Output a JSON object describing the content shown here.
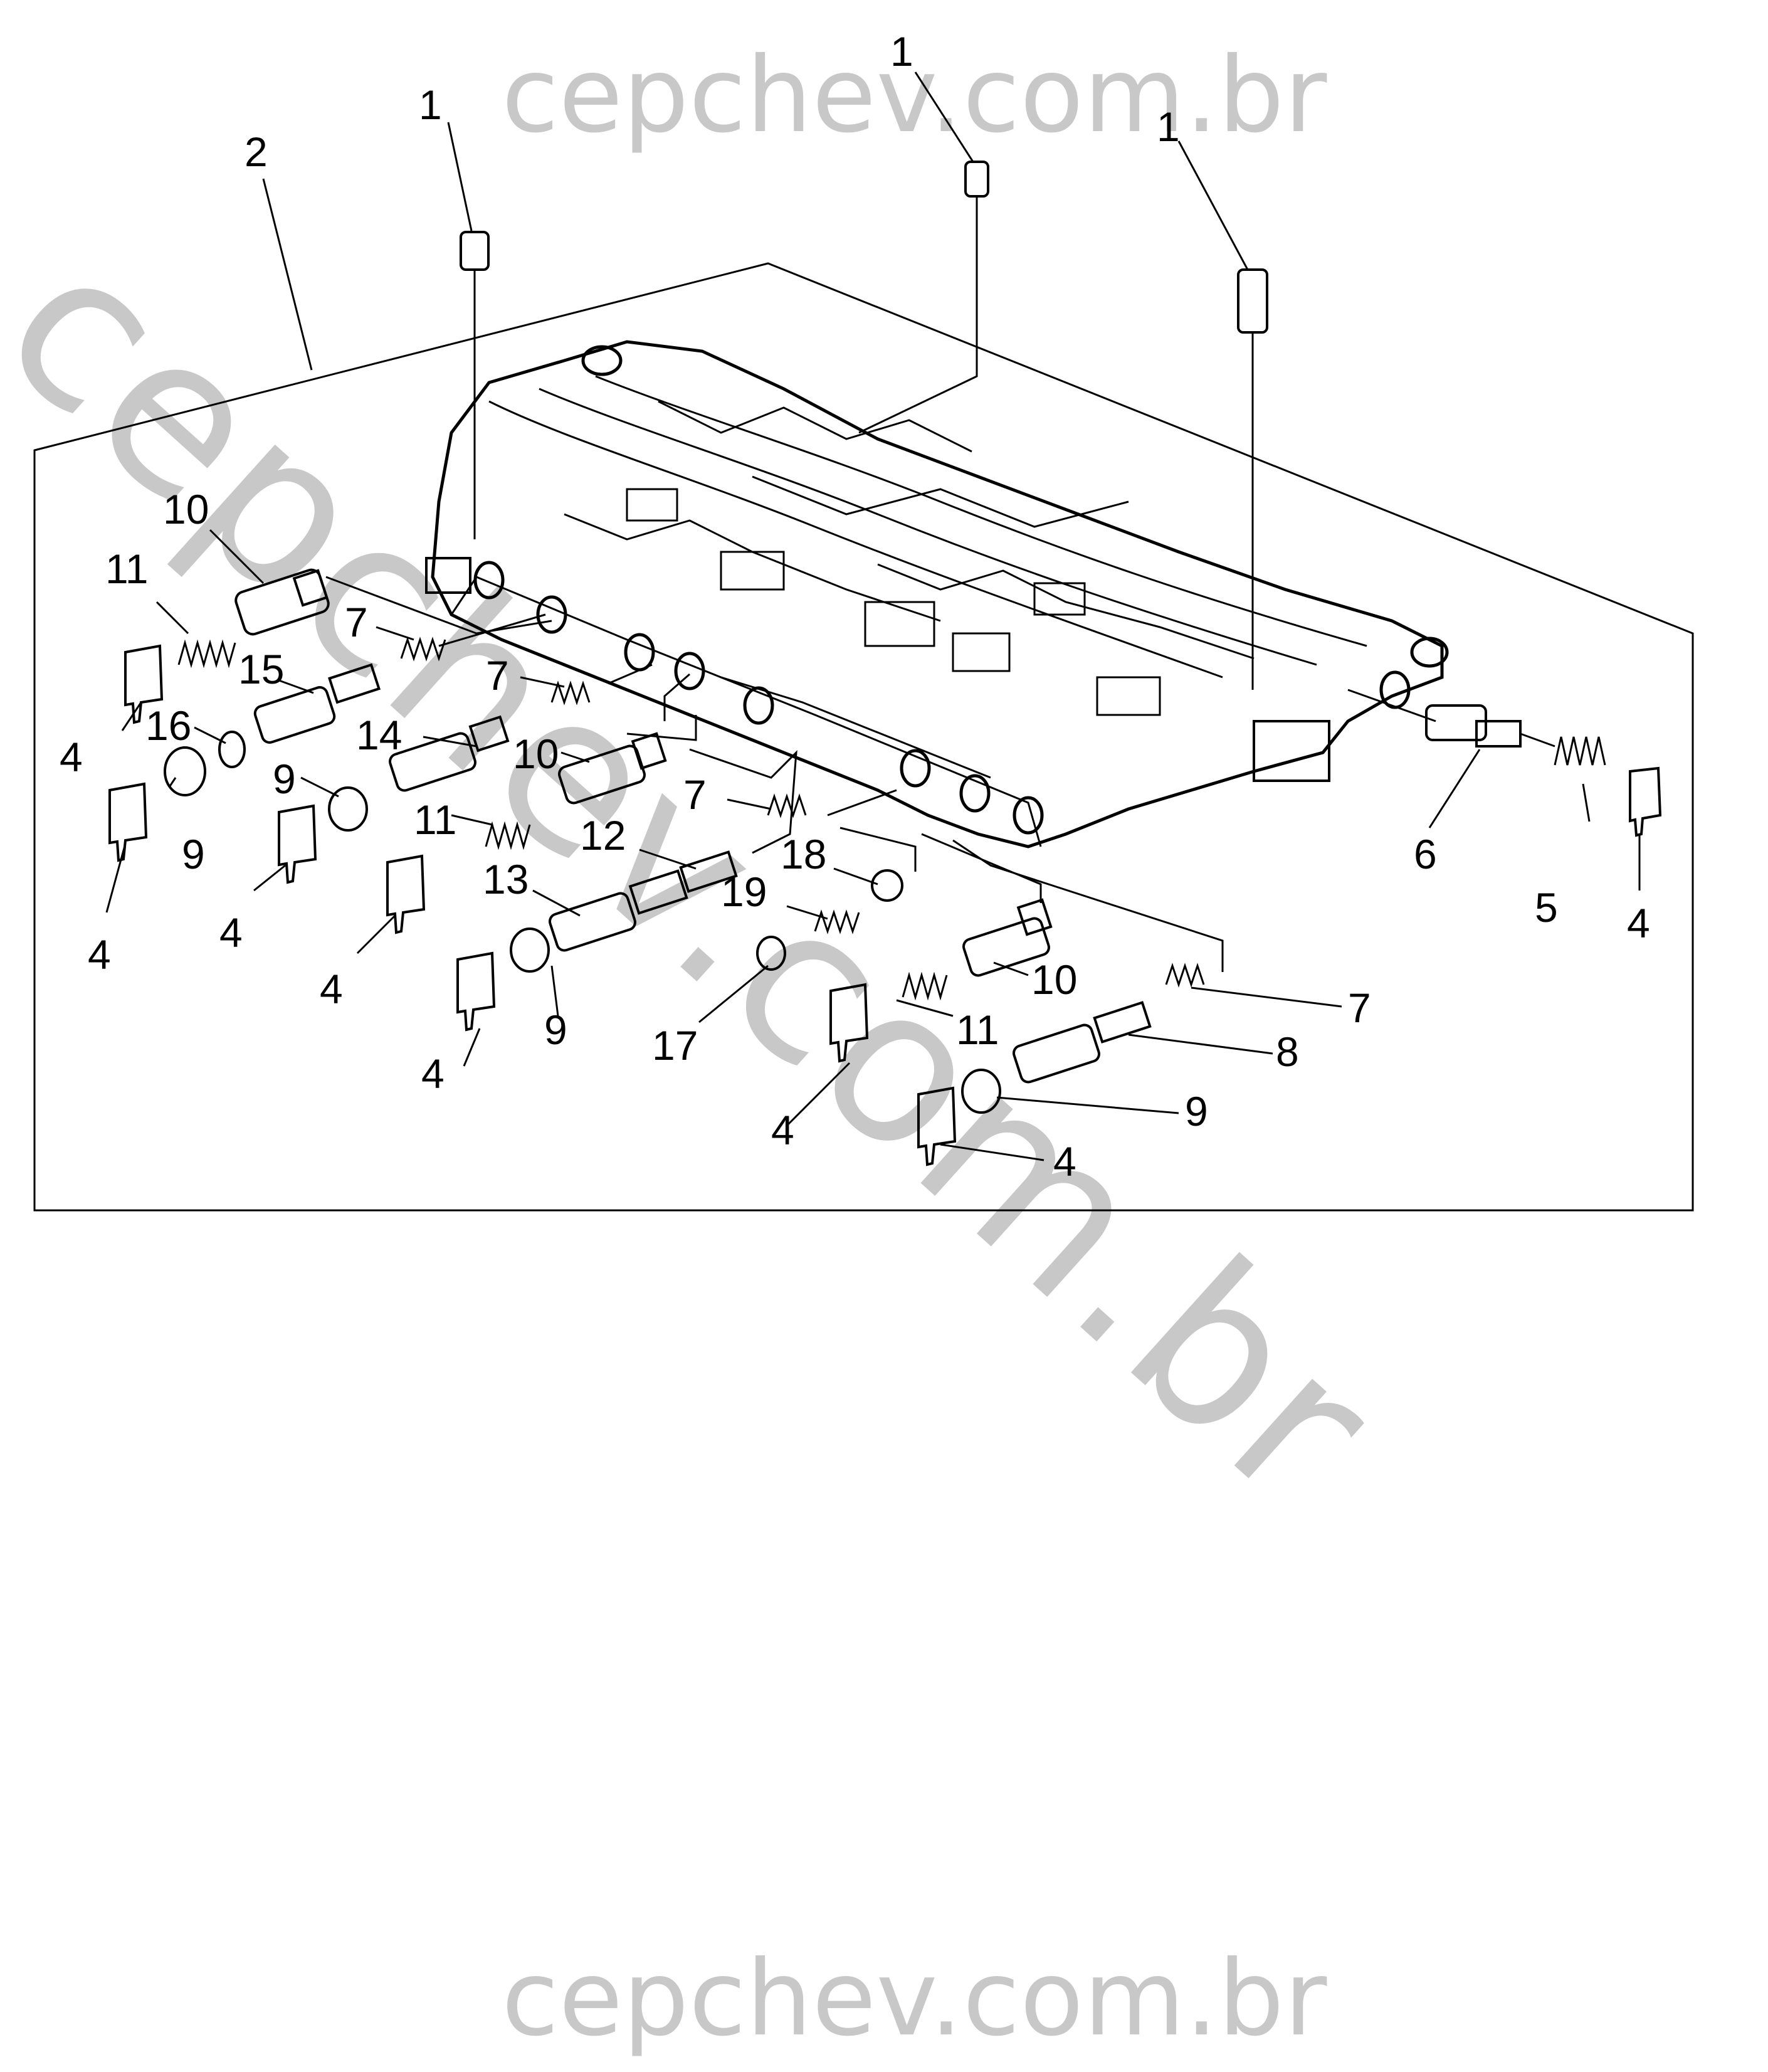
{
  "watermarks": {
    "top": "cepchev.com.br",
    "diagonal": "cepchev.com.br",
    "bottom": "cepchev.com.br"
  },
  "colors": {
    "line": "#000000",
    "watermark": "#c8c8c8",
    "background": "#ffffff"
  },
  "callouts": [
    {
      "n": "1"
    },
    {
      "n": "1"
    },
    {
      "n": "1"
    },
    {
      "n": "2"
    },
    {
      "n": "10"
    },
    {
      "n": "11"
    },
    {
      "n": "7"
    },
    {
      "n": "7"
    },
    {
      "n": "15"
    },
    {
      "n": "16"
    },
    {
      "n": "4"
    },
    {
      "n": "14"
    },
    {
      "n": "9"
    },
    {
      "n": "10"
    },
    {
      "n": "9"
    },
    {
      "n": "4"
    },
    {
      "n": "11"
    },
    {
      "n": "7"
    },
    {
      "n": "4"
    },
    {
      "n": "4"
    },
    {
      "n": "12"
    },
    {
      "n": "18"
    },
    {
      "n": "13"
    },
    {
      "n": "19"
    },
    {
      "n": "9"
    },
    {
      "n": "17"
    },
    {
      "n": "4"
    },
    {
      "n": "10"
    },
    {
      "n": "11"
    },
    {
      "n": "7"
    },
    {
      "n": "8"
    },
    {
      "n": "4"
    },
    {
      "n": "9"
    },
    {
      "n": "4"
    },
    {
      "n": "6"
    },
    {
      "n": "5"
    },
    {
      "n": "4"
    }
  ]
}
